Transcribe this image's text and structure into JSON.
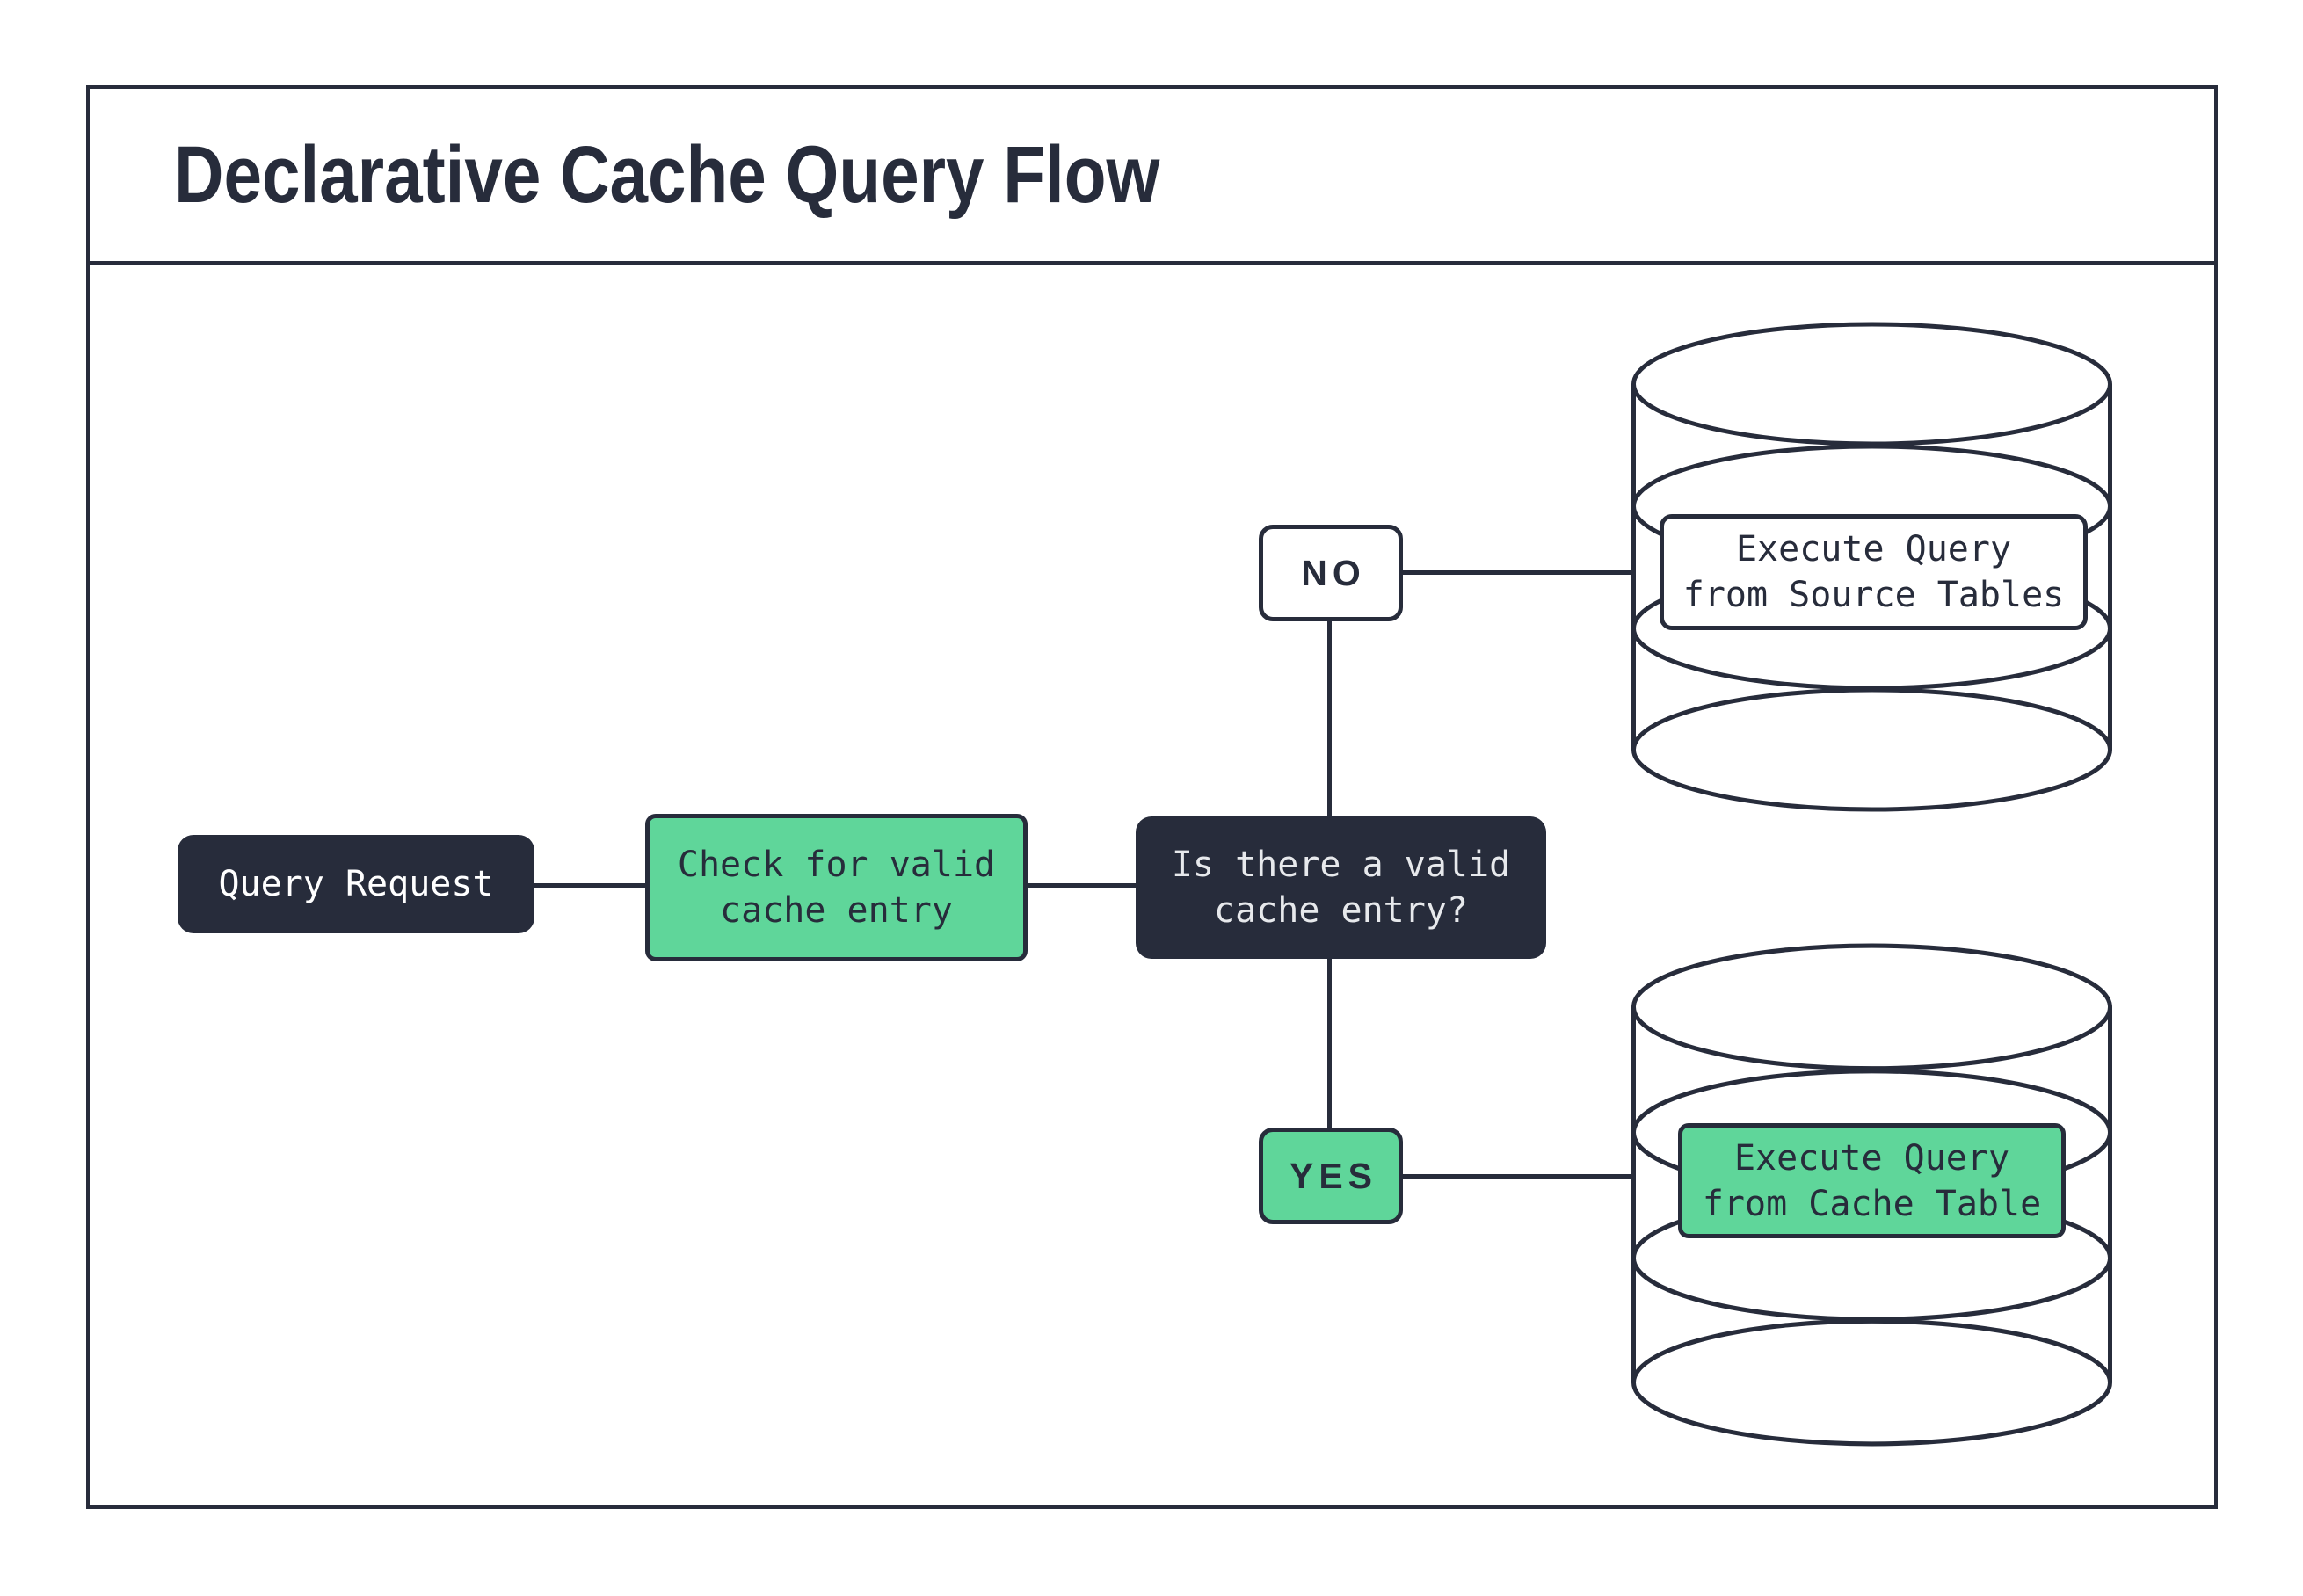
{
  "title": "Declarative Cache Query Flow",
  "colors": {
    "outline_navy": "#272c3b",
    "accent_green": "#5fd69a",
    "node_text_light": "#e7e9ec",
    "background": "#ffffff"
  },
  "flow": {
    "query_request": {
      "label": "Query Request"
    },
    "check_cache": {
      "line1": "Check for valid",
      "line2": "cache entry"
    },
    "decision": {
      "line1": "Is there a valid",
      "line2": "cache entry?"
    },
    "branch_no": {
      "label": "NO"
    },
    "branch_yes": {
      "label": "YES"
    },
    "source_db": {
      "line1": "Execute Query",
      "line2": "from Source Tables"
    },
    "cache_db": {
      "line1": "Execute Query",
      "line2": "from Cache Table"
    }
  }
}
